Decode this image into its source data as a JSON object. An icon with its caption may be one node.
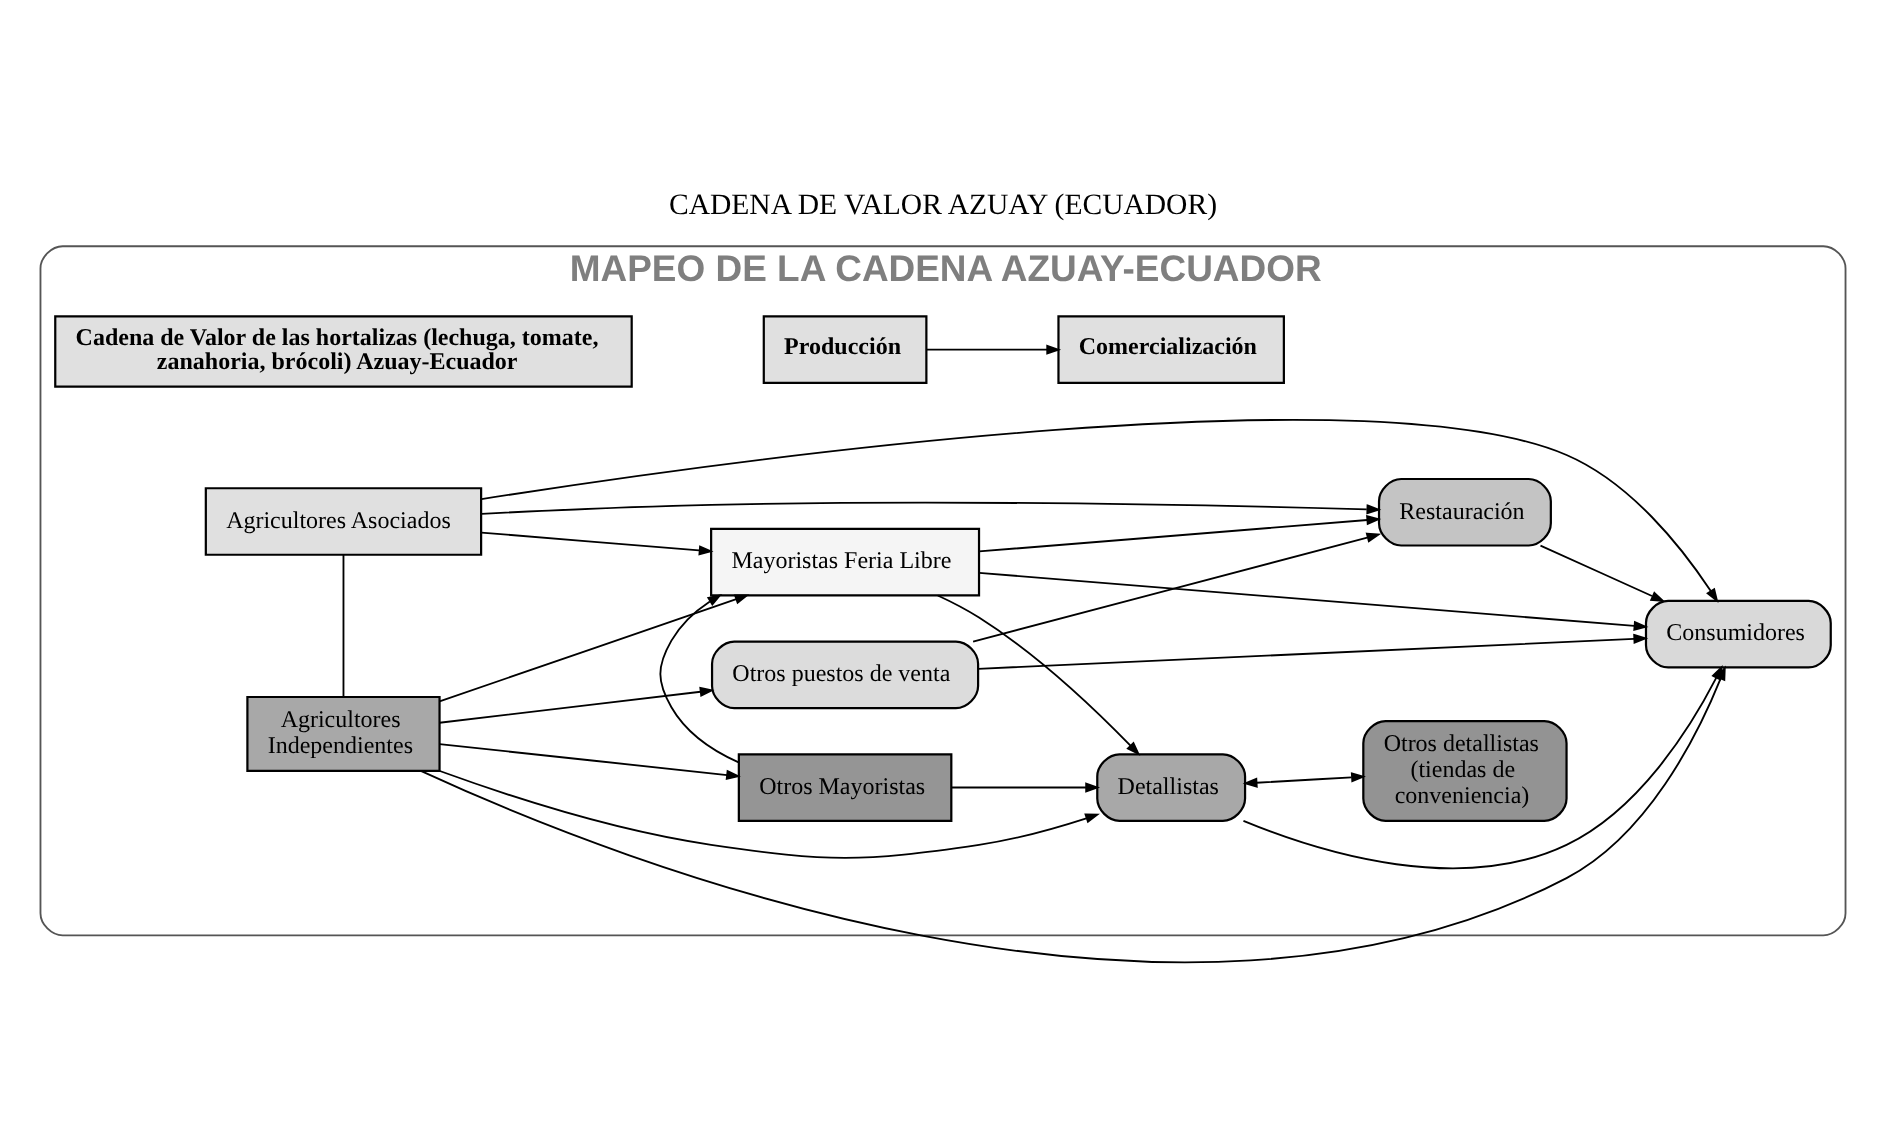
{
  "diagram": {
    "title": "CADENA DE VALOR AZUAY (ECUADOR)",
    "nodes": [
      {
        "text": [
          "MAPEO DE LA CADENA AZUAY-ECUADOR"
        ]
      },
      {
        "text": [
          "Cadena de Valor de las hortalizas (lechuga, tomate, zanahoria, brócoli) Azuay-Ecuador"
        ],
        "in": 0
      },
      {
        "text": [
          "Producción"
        ],
        "in": 0
      },
      {
        "text": [
          "Comercialización"
        ],
        "in": 0
      },
      {
        "text": [
          "Agricultores Independientes"
        ],
        "in": 0
      },
      {
        "text": [
          "Otros puestos de venta"
        ],
        "in": 0
      },
      {
        "text": [
          "Mayoristas Feria Libre"
        ],
        "in": 0
      },
      {
        "text": [
          "Consumidores"
        ],
        "in": 0
      },
      {
        "text": [
          "Detallistas"
        ],
        "in": 0
      },
      {
        "text": [
          "Agricultores Asociados"
        ],
        "in": 0
      },
      {
        "text": [
          "Otros Mayoristas"
        ],
        "in": 0
      },
      {
        "text": [
          "Otros detallistas (tiendas de conveniencia)"
        ],
        "in": 0
      },
      {
        "text": [
          "Restauración"
        ],
        "in": 0
      }
    ],
    "edges": [
      {
        "from": 2,
        "to": 3,
        "arrow": "to"
      },
      {
        "from": 4,
        "to": 7,
        "arrow": "to"
      },
      {
        "from": 4,
        "to": 5,
        "arrow": "to"
      },
      {
        "from": 4,
        "to": 6,
        "arrow": "to"
      },
      {
        "from": 4,
        "to": 8,
        "arrow": "to"
      },
      {
        "from": 4,
        "to": 10,
        "arrow": "to"
      },
      {
        "from": 4,
        "to": 9,
        "arrow": "none"
      },
      {
        "from": 9,
        "to": 6,
        "arrow": "to"
      },
      {
        "from": 9,
        "to": 12,
        "arrow": "to"
      },
      {
        "from": 9,
        "to": 7,
        "arrow": "to"
      },
      {
        "from": 5,
        "to": 7,
        "arrow": "to"
      },
      {
        "from": 5,
        "to": 12,
        "arrow": "to"
      },
      {
        "from": 6,
        "to": 7,
        "arrow": "to"
      },
      {
        "from": 6,
        "to": 12,
        "arrow": "to"
      },
      {
        "from": 6,
        "to": 8,
        "arrow": "to"
      },
      {
        "from": 10,
        "to": 6,
        "arrow": "to"
      },
      {
        "from": 10,
        "to": 8,
        "arrow": "to"
      },
      {
        "from": 8,
        "to": 7,
        "arrow": "to"
      },
      {
        "from": 8,
        "to": 11,
        "arrow": "both"
      },
      {
        "from": 12,
        "to": 7,
        "arrow": "to"
      }
    ]
  }
}
